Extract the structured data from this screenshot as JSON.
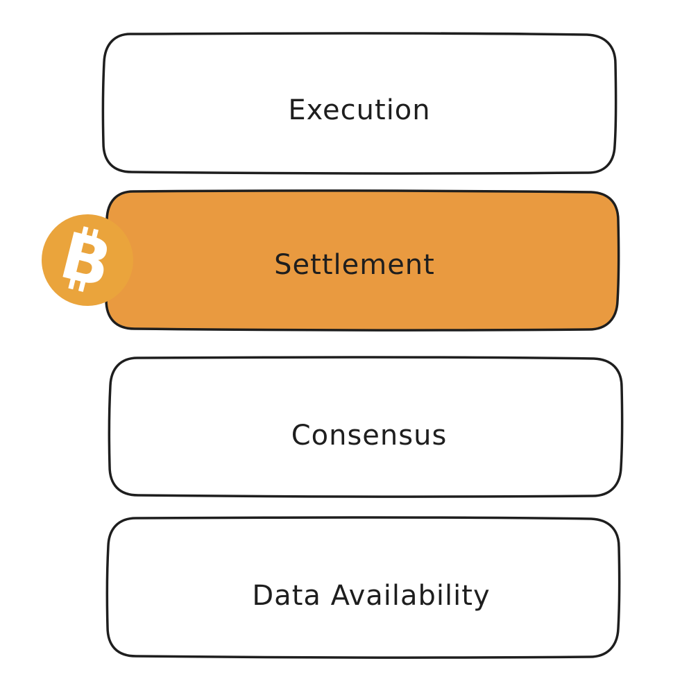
{
  "layers": [
    {
      "label": "Execution",
      "highlighted": false
    },
    {
      "label": "Settlement",
      "highlighted": true
    },
    {
      "label": "Consensus",
      "highlighted": false
    },
    {
      "label": "Data Availability",
      "highlighted": false
    }
  ],
  "badge": {
    "icon": "bitcoin-icon",
    "glyph": "B",
    "color": "#eaa43c"
  },
  "colors": {
    "stroke": "#1e1e1e",
    "highlight_fill": "#e99a40",
    "box_fill": "#ffffff"
  }
}
